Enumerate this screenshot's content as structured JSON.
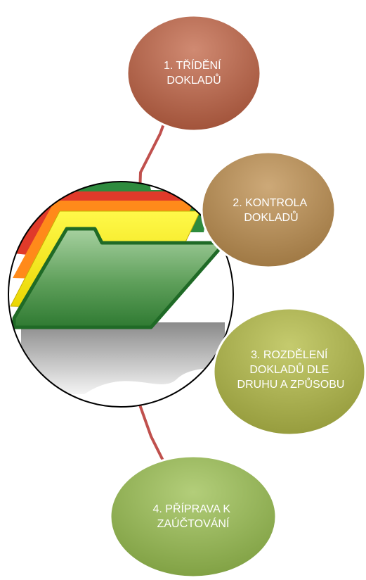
{
  "steps": [
    {
      "number": "1",
      "lines": [
        "1. TŘÍDĚNÍ",
        "DOKLADŮ"
      ],
      "color": "#b5654a"
    },
    {
      "number": "2",
      "lines": [
        "2. KONTROLA",
        "DOKLADŮ"
      ],
      "color": "#b48a55"
    },
    {
      "number": "3",
      "lines": [
        "3. ROZDĚLENÍ",
        "DOKLADŮ DLE",
        "DRUHU A ZPŮSOBU"
      ],
      "color": "#a8b04e"
    },
    {
      "number": "4",
      "lines": [
        "4. PŘÍPRAVA K",
        "ZAÚČTOVÁNÍ"
      ],
      "color": "#92b455"
    }
  ],
  "connector_color": "#c0504d",
  "center_image": "folder-icon"
}
